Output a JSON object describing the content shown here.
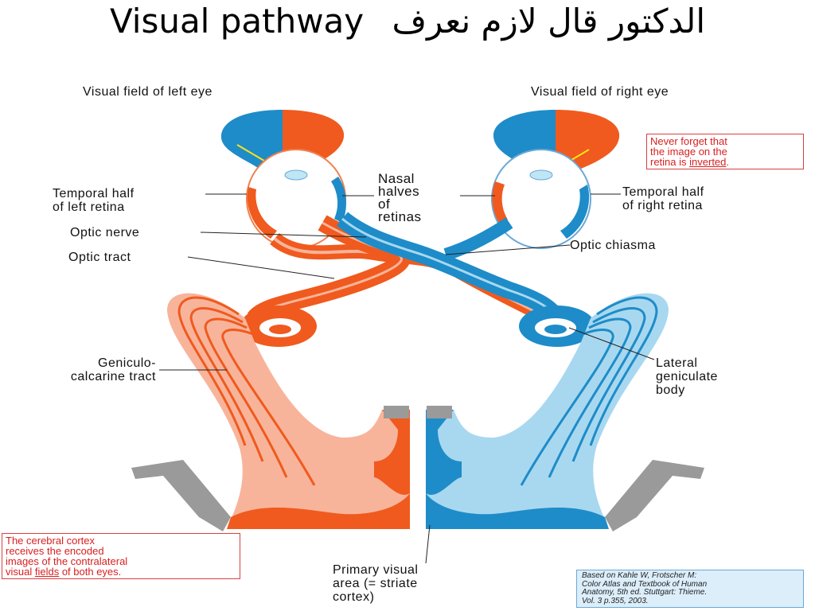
{
  "slide": {
    "title_en": "Visual pathway",
    "title_ar": "الدكتور قال لازم نعرف"
  },
  "labels": {
    "vf_left": "Visual field of left eye",
    "vf_right": "Visual field of right eye",
    "temporal_left": [
      "Temporal half",
      "of left retina"
    ],
    "nasal": [
      "Nasal",
      "halves",
      "of",
      "retinas"
    ],
    "temporal_right": [
      "Temporal half",
      "of right retina"
    ],
    "optic_nerve": "Optic nerve",
    "optic_tract": "Optic tract",
    "optic_chiasma": "Optic chiasma",
    "geniculo": [
      "Geniculo-",
      "calcarine tract"
    ],
    "lateral_geniculate": [
      "Lateral",
      "geniculate",
      "body"
    ],
    "primary_visual": [
      "Primary visual",
      "area (= striate",
      "cortex)"
    ]
  },
  "notes": {
    "inverted": {
      "line1": "Never forget that",
      "line2": "the image on the",
      "line3_pre": "retina is ",
      "line3_u": "inverted",
      "line3_post": "."
    },
    "cortex": {
      "line1": "The cerebral cortex",
      "line2": "receives the encoded",
      "line3": "images of the contralateral",
      "line4_pre": "visual ",
      "line4_u": "fields",
      "line4_post": " of both eyes."
    },
    "reference": [
      "Based on Kahle W, Frotscher M:",
      "Color Atlas and Textbook of Human",
      "Anatomy, 5th ed. Stuttgart: Thieme.",
      "Vol. 3 p.355, 2003."
    ]
  },
  "colors": {
    "orange": "#f05a1e",
    "orange_light": "#f8b49a",
    "blue": "#1e8cc8",
    "blue_light": "#a8d8f0",
    "gray": "#9a9a9a",
    "note_red": "#d82020"
  }
}
